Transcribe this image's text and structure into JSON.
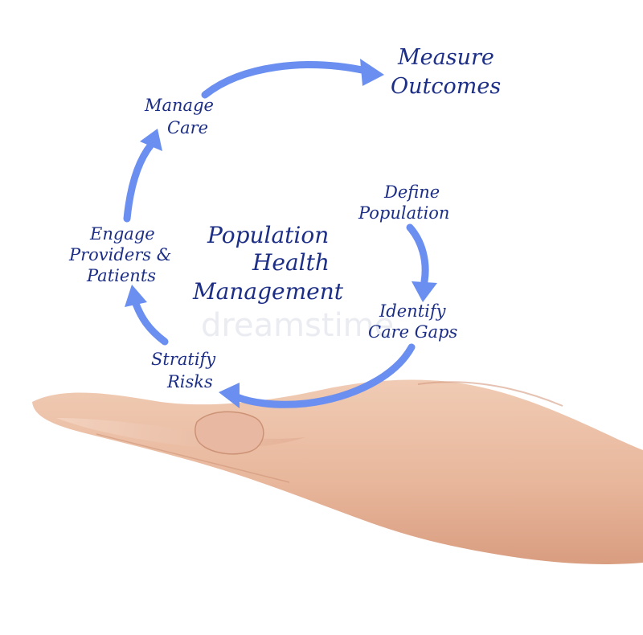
{
  "diagram": {
    "center_title": [
      "Population",
      "Health",
      "Management"
    ],
    "goal": [
      "Measure",
      "Outcomes"
    ],
    "steps": [
      {
        "id": "define-population",
        "lines": [
          "Define",
          "Population"
        ]
      },
      {
        "id": "identify-care-gaps",
        "lines": [
          "Identify",
          "Care Gaps"
        ]
      },
      {
        "id": "stratify-risks",
        "lines": [
          "Stratify",
          "Risks"
        ]
      },
      {
        "id": "engage-providers-patients",
        "lines": [
          "Engage",
          "Providers &",
          "Patients"
        ]
      },
      {
        "id": "manage-care",
        "lines": [
          "Manage",
          "Care"
        ]
      }
    ],
    "flow": [
      "Define Population → Identify Care Gaps",
      "Identify Care Gaps → Stratify Risks",
      "Stratify Risks → Engage Providers & Patients",
      "Engage Providers & Patients → Manage Care",
      "Manage Care → Measure Outcomes"
    ]
  },
  "colors": {
    "text": "#1c2e86",
    "arrow": "#6b8ff0",
    "background": "#ffffff"
  },
  "image": {
    "subject": "open palm hand holding diagram",
    "watermark": "dreamstime"
  }
}
